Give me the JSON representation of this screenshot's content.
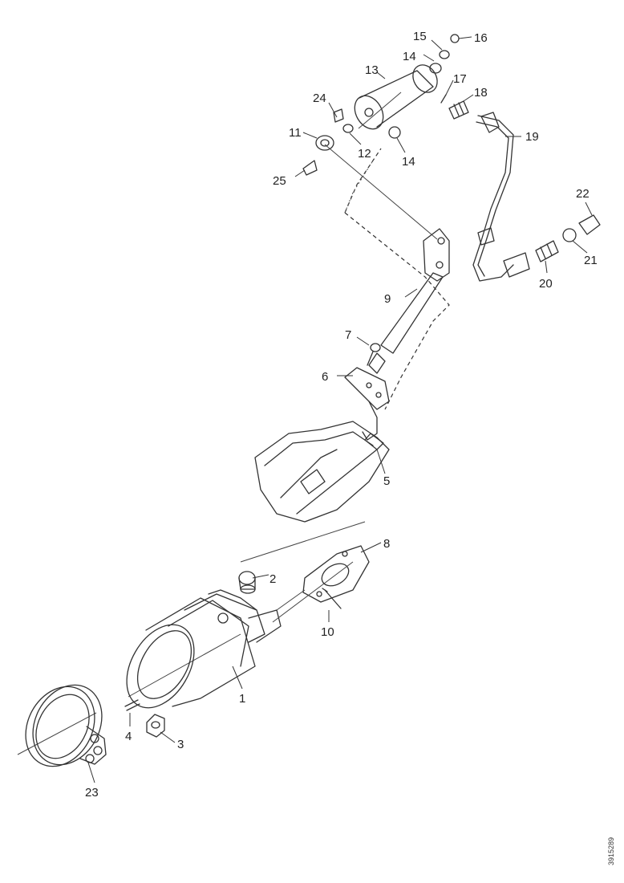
{
  "callouts": {
    "c1": "1",
    "c2": "2",
    "c3": "3",
    "c4": "4",
    "c5": "5",
    "c6": "6",
    "c7": "7",
    "c8": "8",
    "c9": "9",
    "c10": "10",
    "c11": "11",
    "c12": "12",
    "c13": "13",
    "c14a": "14",
    "c14b": "14",
    "c15": "15",
    "c16": "16",
    "c17": "17",
    "c18": "18",
    "c19": "19",
    "c20": "20",
    "c21": "21",
    "c22": "22",
    "c23": "23",
    "c24": "24",
    "c25": "25"
  },
  "document_id": "3915289"
}
